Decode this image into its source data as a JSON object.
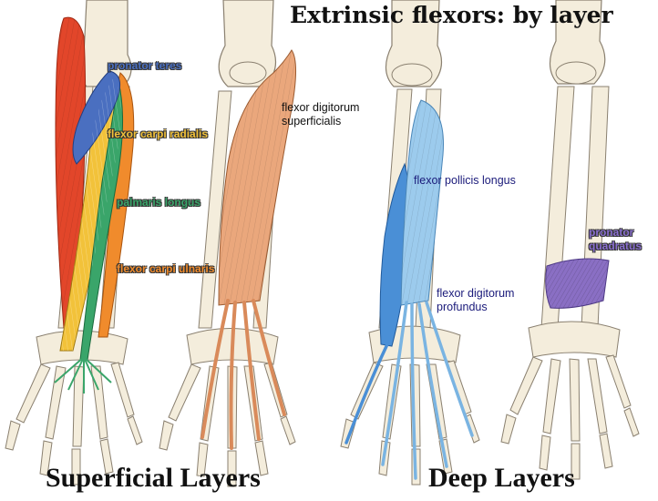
{
  "title": "Extrinsic flexors: by layer",
  "captions": {
    "superficial": "Superficial Layers",
    "deep": "Deep Layers"
  },
  "labels": {
    "pronator_teres": "pronator teres",
    "flexor_carpi_radialis": "flexor carpi radialis",
    "palmaris_longus": "palmaris longus",
    "flexor_carpi_ulnaris": "flexor carpi ulnaris",
    "fds_line1": "flexor digitorum",
    "fds_line2": "superficialis",
    "flexor_pollicis_longus": "flexor pollicis longus",
    "fdp_line1": "flexor digitorum",
    "fdp_line2": "profundus",
    "pq_line1": "pronator",
    "pq_line2": "quadratus"
  },
  "colors": {
    "bone": "#f4eddc",
    "bone_outline": "#8a8070",
    "pronator_teres": "#4a6fc0",
    "flexor_carpi_radialis": "#f2c23a",
    "palmaris_longus": "#3aa56a",
    "flexor_carpi_ulnaris": "#f08b2c",
    "brachioradialis": "#e2462a",
    "flexor_digitorum_superficialis": "#eaa77c",
    "flexor_pollicis_longus": "#4a8fd6",
    "flexor_digitorum_profundus": "#9ccbed",
    "pronator_quadratus": "#8a6fc4",
    "label_blue_dark": "#1a1a7a",
    "label_purple": "#8a6fd0"
  }
}
